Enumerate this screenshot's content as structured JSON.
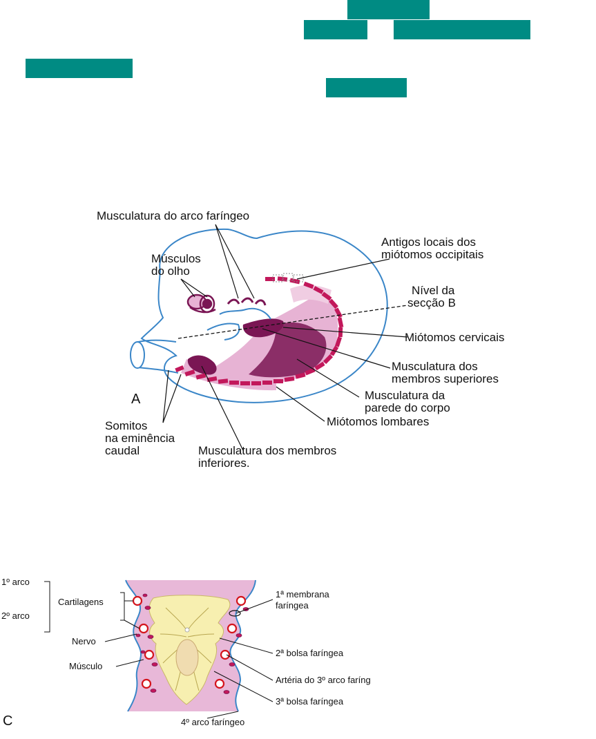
{
  "colors": {
    "teal": "#008b83",
    "outline": "#3a86c8",
    "magenta": "#c2185b",
    "dark_purple": "#7a1654",
    "light_pink": "#e7b3d4",
    "tissue_pink": "#e8b8d8",
    "cream": "#f7efb0",
    "artery_red": "#d4141c"
  },
  "figure_a": {
    "panel_letter": "A",
    "labels": {
      "pharyngeal_arch_muscles": "Musculatura do arco faríngeo",
      "eye_muscles_1": "Músculos",
      "eye_muscles_2": "do olho",
      "occipital_1": "Antigos locais dos",
      "occipital_2": "miótomos occipitais",
      "section_level_1": "Nível da",
      "section_level_2": "secção B",
      "cervical": "Miótomos cervicais",
      "upper_limb_1": "Musculatura dos",
      "upper_limb_2": "membros superiores",
      "body_wall_1": "Musculatura da",
      "body_wall_2": "parede do corpo",
      "lumbar": "Miótomos lombares",
      "somites_1": "Somitos",
      "somites_2": "na eminência",
      "somites_3": "caudal",
      "lower_limb_1": "Musculatura dos membros",
      "lower_limb_2": "inferiores."
    }
  },
  "figure_c": {
    "panel_letter": "C",
    "labels": {
      "arch1": "1º arco",
      "arch2": "2º arco",
      "cartilages": "Cartilagens",
      "nerve": "Nervo",
      "muscle": "Músculo",
      "membrane_1": "1ª membrana",
      "membrane_2": "faríngea",
      "pouch2": "2ª bolsa faríngea",
      "artery3": "Artéria do 3º arco faríng",
      "pouch3": "3ª bolsa faríngea",
      "arch4": "4º arco faríngeo"
    }
  }
}
